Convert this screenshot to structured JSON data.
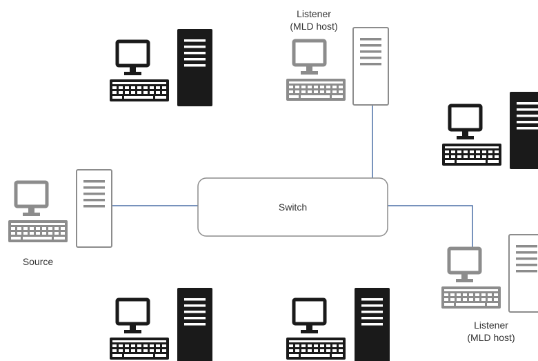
{
  "switch": {
    "label": "Switch"
  },
  "source": {
    "label": "Source"
  },
  "listener_top": {
    "line1": "Listener",
    "line2": "(MLD host)"
  },
  "listener_right": {
    "line1": "Listener",
    "line2": "(MLD host)"
  },
  "colors": {
    "link": "#4a6fa5",
    "active_device": "#1a1a1a",
    "endpoint_device": "#8c8c8c",
    "switch_border": "#8c8c8c",
    "text": "#333333"
  },
  "icons": {
    "workstation": "desktop-computer-icon",
    "tower": "server-tower-icon"
  }
}
